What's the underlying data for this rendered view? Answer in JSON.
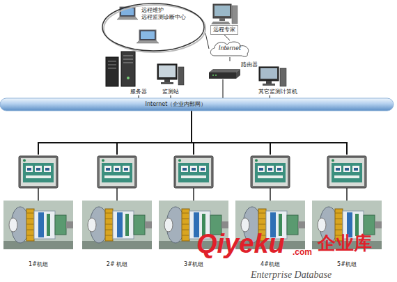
{
  "diagram": {
    "nodes": [
      {
        "text": [
          "远程维护",
          "远程监测诊断中心"
        ]
      },
      {
        "text": [
          "远程专家"
        ]
      },
      {
        "text": [
          "Internet"
        ]
      },
      {
        "text": [
          "服务器"
        ]
      },
      {
        "text": [
          "监测站"
        ]
      },
      {
        "text": [
          "路由器"
        ]
      },
      {
        "text": [
          "其它监测计算机"
        ]
      },
      {
        "text": [
          "Internet（企业内部网）"
        ]
      },
      {
        "text": [
          "1#机组"
        ]
      },
      {
        "text": [
          "2# 机组"
        ]
      },
      {
        "text": [
          "3#机组"
        ]
      },
      {
        "text": [
          "4#机组"
        ]
      },
      {
        "text": [
          "5#机组"
        ]
      }
    ],
    "edges": [
      {
        "from": 0,
        "to": 2,
        "arrow": "none"
      },
      {
        "from": 1,
        "to": 2,
        "arrow": "none"
      },
      {
        "from": 2,
        "to": 5,
        "arrow": "none"
      },
      {
        "from": 3,
        "to": 7,
        "arrow": "none"
      },
      {
        "from": 4,
        "to": 7,
        "arrow": "none"
      },
      {
        "from": 5,
        "to": 7,
        "arrow": "none"
      },
      {
        "from": 6,
        "to": 7,
        "arrow": "none"
      },
      {
        "from": 7,
        "to": 8,
        "arrow": "none"
      },
      {
        "from": 7,
        "to": 9,
        "arrow": "none"
      },
      {
        "from": 7,
        "to": 10,
        "arrow": "none"
      },
      {
        "from": 7,
        "to": 11,
        "arrow": "none"
      },
      {
        "from": 7,
        "to": 12,
        "arrow": "none"
      }
    ],
    "labels": [
      "Qiyeku",
      ".com",
      "企业库",
      "Enterprise Database"
    ]
  }
}
